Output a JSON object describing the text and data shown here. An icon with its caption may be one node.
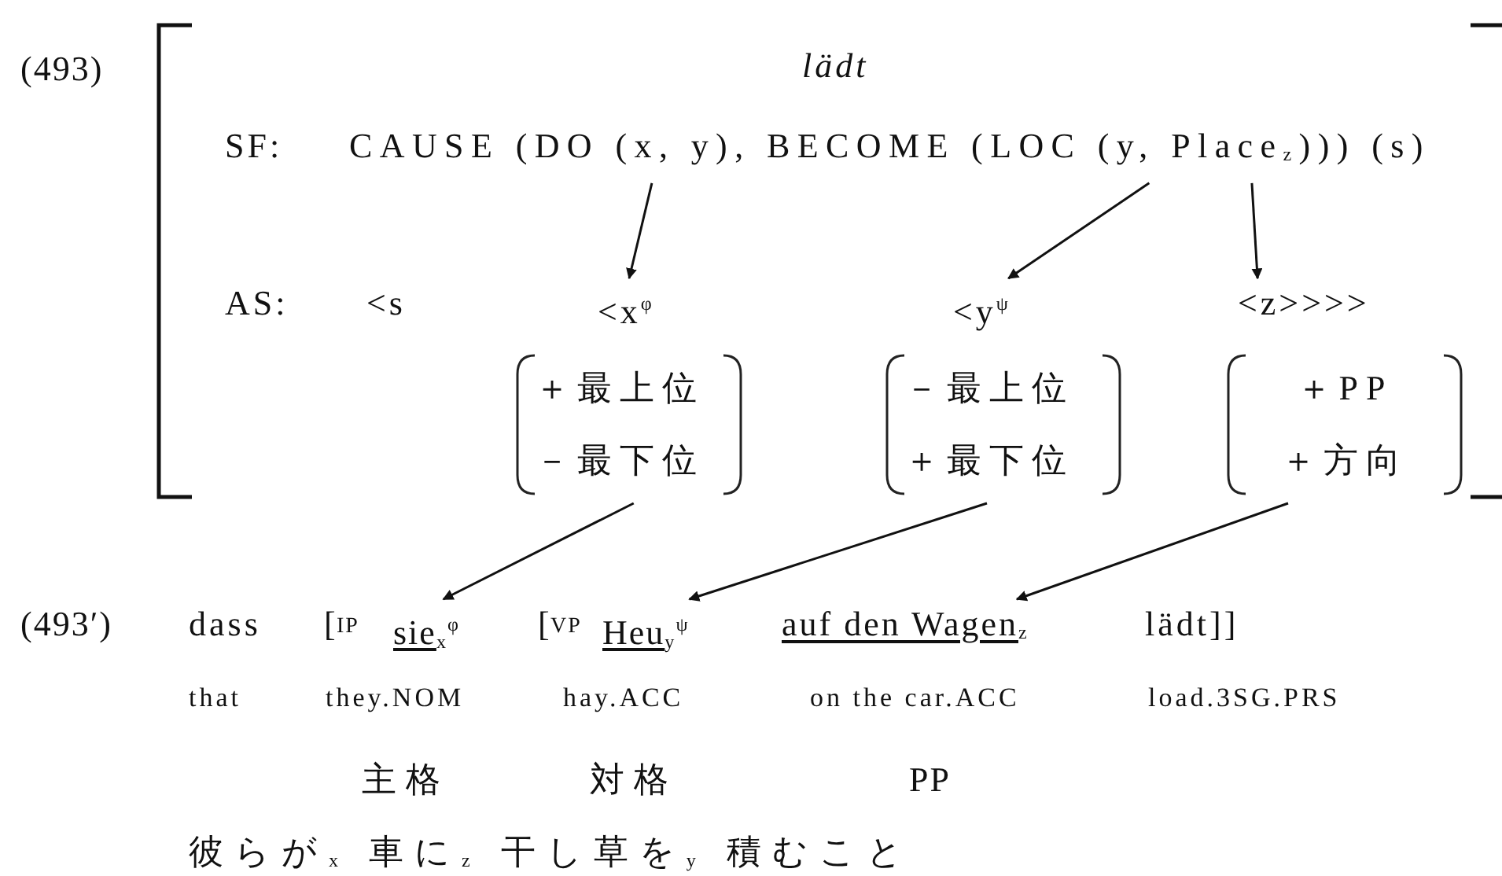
{
  "diagram": {
    "nodes": [
      {
        "text": [],
        "shape": "bracket"
      },
      {
        "text": [
          "lädt"
        ],
        "in": 0
      },
      {
        "text": [
          "CAUSE (DO (x, y), BECOME (LOC (y, Place$_{z}$))) (s)"
        ],
        "in": 0
      },
      {
        "text": [
          "<x$^{φ}$"
        ],
        "in": 0
      },
      {
        "text": [
          "<y$^{ψ}$"
        ],
        "in": 0
      },
      {
        "text": [
          "<z>>>>"
        ],
        "in": 0
      },
      {
        "text": [
          "＋最上位",
          "－最下位"
        ],
        "in": 0
      },
      {
        "text": [
          "－最上位",
          "＋最下位"
        ],
        "in": 0
      },
      {
        "text": [
          "＋PP",
          "＋方向"
        ],
        "in": 0
      },
      {
        "text": [
          "sie$_{x}$$^{φ}$"
        ]
      },
      {
        "text": [
          "Heu$_{y}$$^{ψ}$"
        ]
      },
      {
        "text": [
          "auf den Wagen$_{z}$"
        ]
      }
    ],
    "edges": [
      {
        "from": 2,
        "to": 3,
        "arrow": "to"
      },
      {
        "from": 2,
        "to": 4,
        "arrow": "to"
      },
      {
        "from": 2,
        "to": 5,
        "arrow": "to"
      },
      {
        "from": 6,
        "to": 9,
        "arrow": "to"
      },
      {
        "from": 7,
        "to": 10,
        "arrow": "to"
      },
      {
        "from": 8,
        "to": 11,
        "arrow": "to"
      }
    ],
    "labels": [
      "(493)",
      "SF:",
      "AS:",
      "<s",
      "(493′)",
      "dass",
      "[",
      "IP",
      "[",
      "VP",
      "lädt]]",
      "that",
      "they.NOM",
      "hay.ACC",
      "on the car.ACC",
      "load.3SG.PRS",
      "主格",
      "対格",
      "PP",
      "彼らが$_{x}$ 車に$_{z}$ 干し草を$_{y}$ 積むこと"
    ]
  }
}
